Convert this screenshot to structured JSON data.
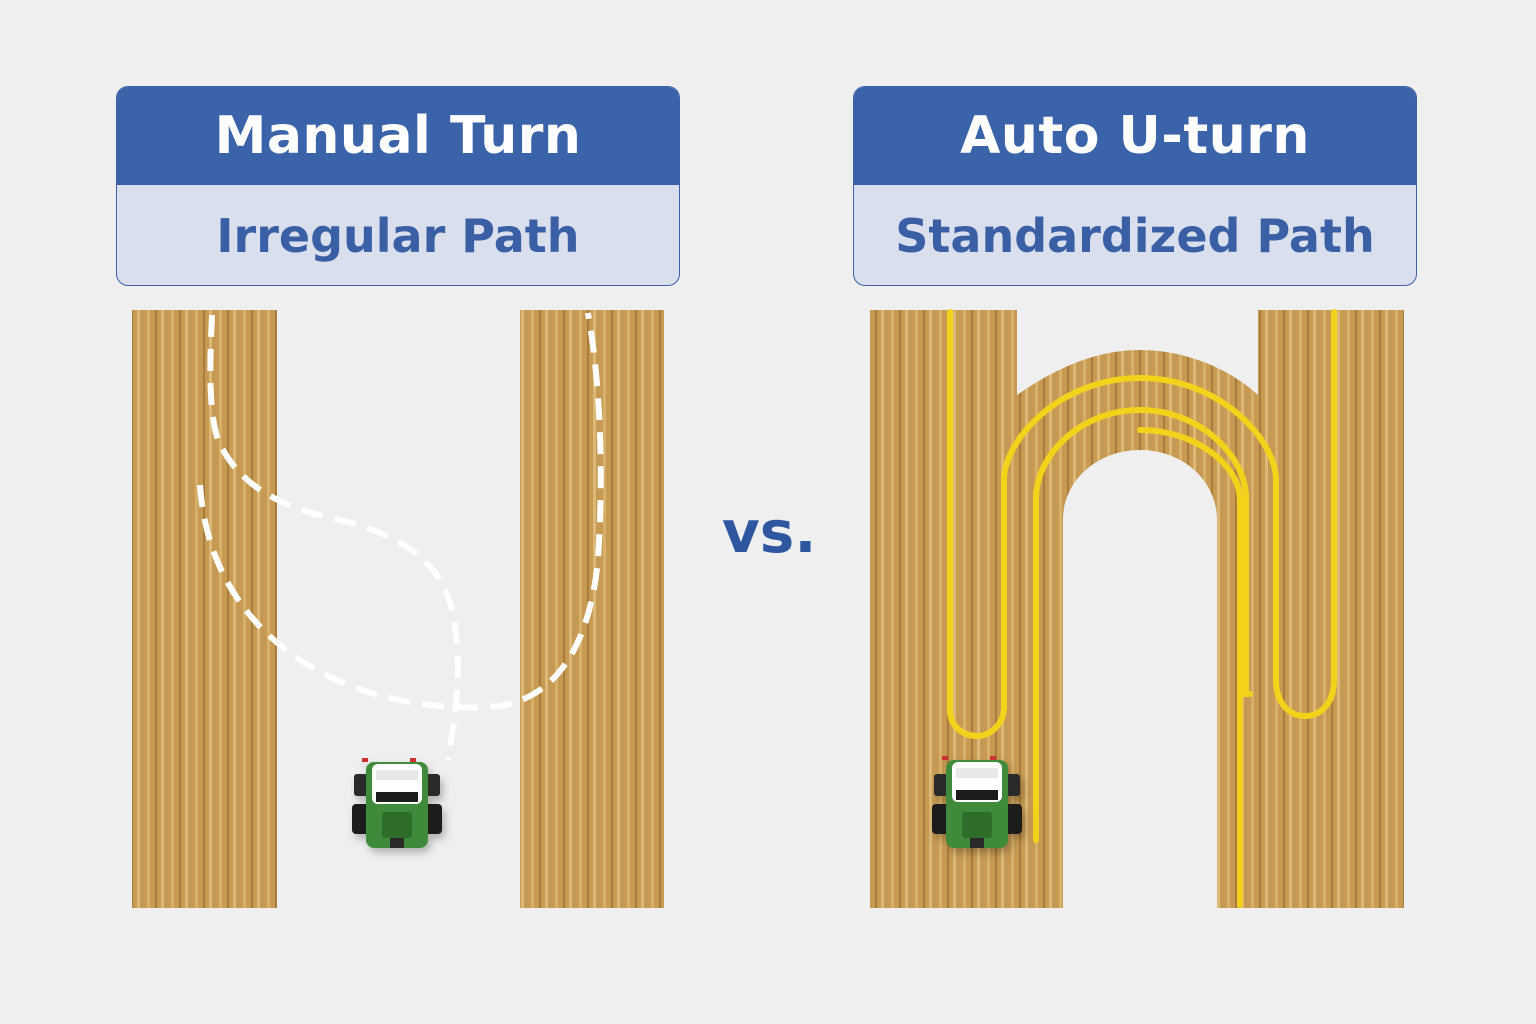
{
  "panels": {
    "left": {
      "title": "Manual Turn",
      "subtitle": "Irregular Path"
    },
    "right": {
      "title": "Auto U-turn",
      "subtitle": "Standardized Path"
    }
  },
  "vs_label": "vs.",
  "colors": {
    "header_blue": "#3a63a9",
    "subtitle_bg": "#d9dfed",
    "subtitle_text": "#3a5fa5",
    "field_soil": "#c89a4e",
    "manual_path": "#ffffff",
    "auto_path": "#f2d21b",
    "tractor_body": "#3f8a3a",
    "tractor_cab": "#ffffff"
  },
  "icons": [
    "tractor-icon",
    "tractor-icon"
  ]
}
